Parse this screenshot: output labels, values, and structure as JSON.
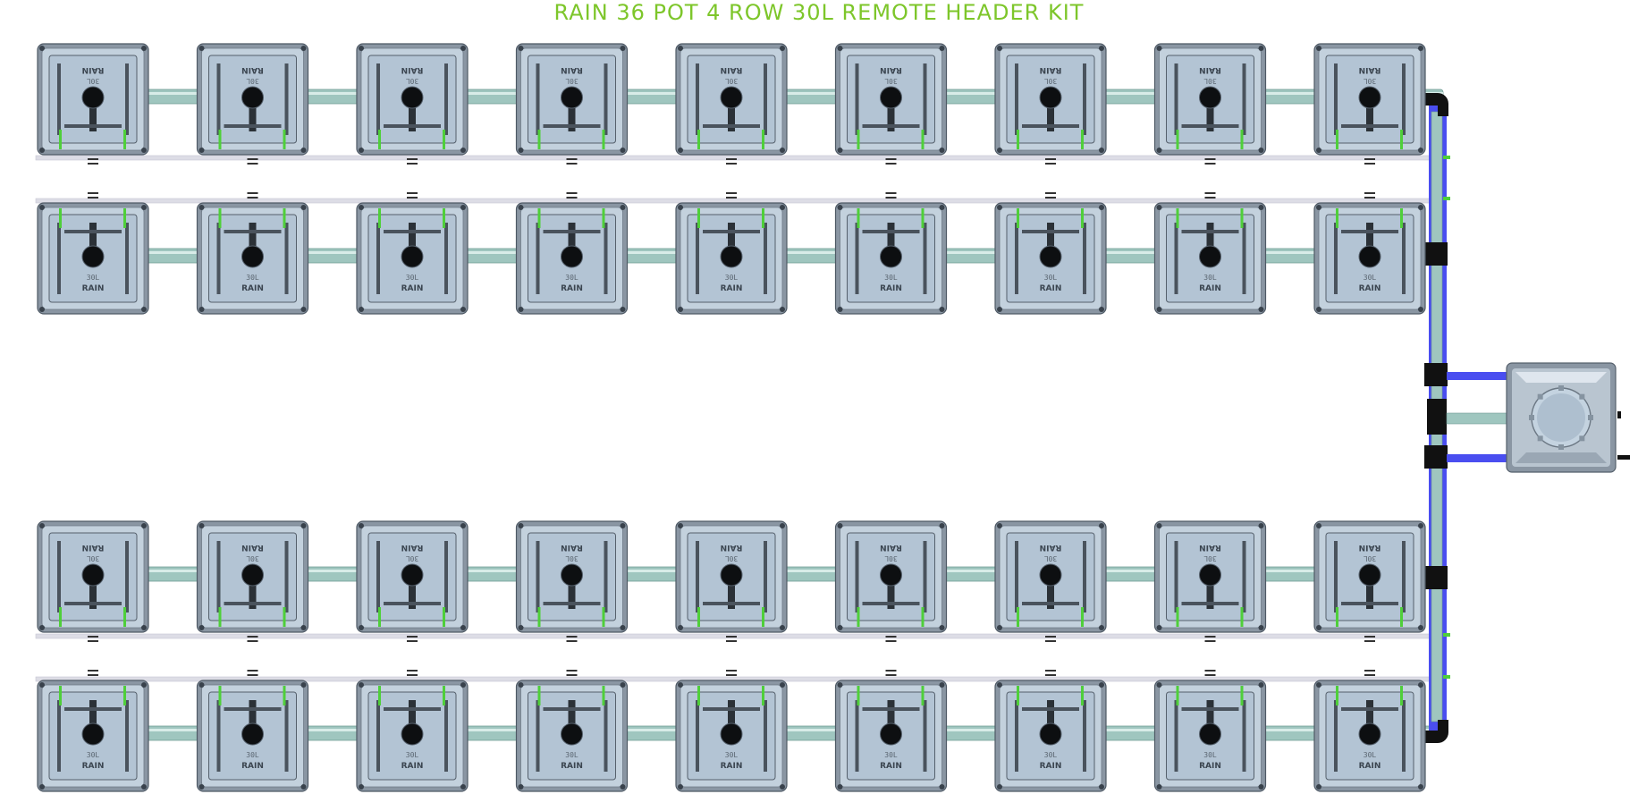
{
  "title": "RAIN 36 POT 4 ROW 30L REMOTE HEADER KIT",
  "pot_label": "RAIN",
  "pot_size_label": "30L",
  "layout": {
    "rows": 4,
    "pots_per_row": 9,
    "total_pots": 36,
    "row_orientations": [
      "flipped",
      "normal",
      "flipped",
      "normal"
    ]
  },
  "colors": {
    "title": "#7dc62a",
    "pot_frame": "#8a96a3",
    "pot_face": "#c3d1dd",
    "pot_inner": "#b3c4d4",
    "pipe": "#9fc6bf",
    "rail": "#dddde6",
    "header_pipe": "#4a4ef0",
    "fitting": "#111111",
    "accent_green": "#4fcf3a"
  },
  "icons": [
    "pot-icon",
    "reservoir-icon",
    "elbow-fitting-icon",
    "tee-fitting-icon"
  ]
}
